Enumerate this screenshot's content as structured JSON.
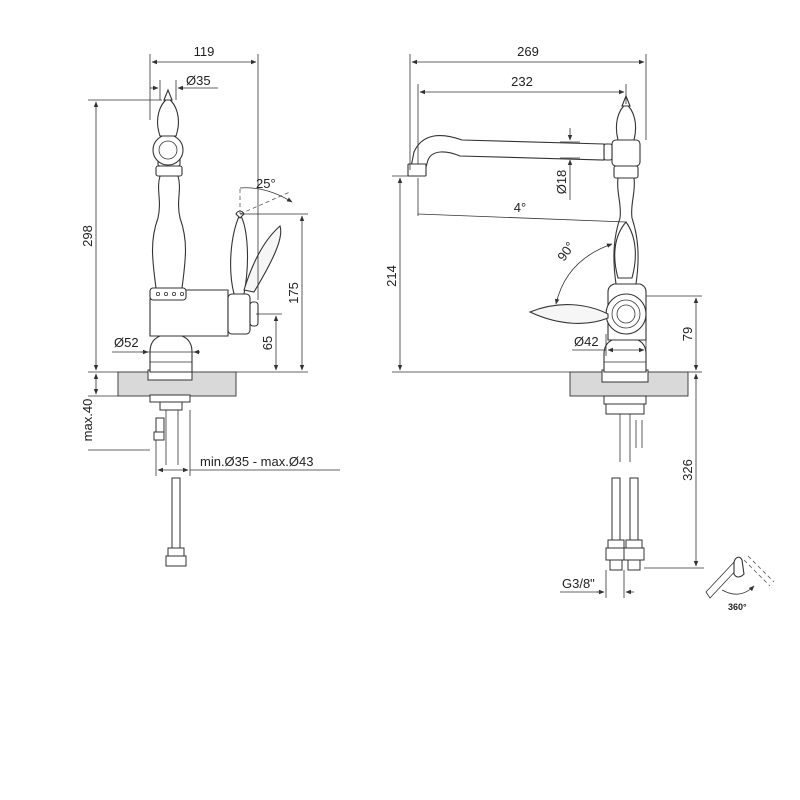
{
  "side_view": {
    "dims": {
      "width_total": "119",
      "spout_diameter": "Ø35",
      "lever_angle": "25°",
      "height_total": "298",
      "handle_height": "175",
      "base_height": "65",
      "base_diameter": "Ø52",
      "counter_thickness": "max.40",
      "hole_diameter": "min.Ø35 - max.Ø43"
    }
  },
  "front_view": {
    "dims": {
      "width_total": "269",
      "spout_reach": "232",
      "spout_tube_diameter": "Ø18",
      "spout_tilt": "4°",
      "lever_rotation": "90°",
      "outlet_height": "214",
      "knob_diameter": "Ø42",
      "knob_height": "79",
      "hose_length": "326",
      "connection_thread": "G3/8\""
    }
  },
  "swivel_badge": {
    "label": "360°",
    "icon": "swivel-rotation-icon"
  }
}
